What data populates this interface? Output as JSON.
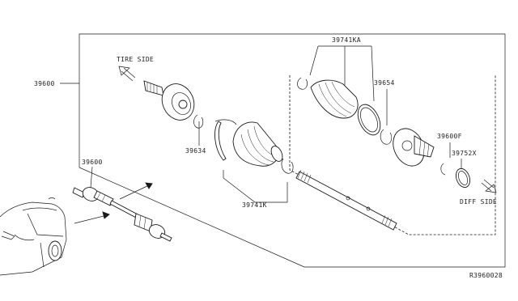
{
  "diagram": {
    "labels": {
      "tire_side": "TIRE SIDE",
      "diff_side": "DIFF SIDE",
      "assembly_main": "39600",
      "assembly_small": "39600",
      "boot_kit_inner": "39741KA",
      "boot_kit_outer": "39741K",
      "circlip_outer": "39634",
      "circlip_inner": "39654",
      "inner_joint": "39600F",
      "snap_ring": "39752X",
      "reference": "R3960028"
    }
  }
}
